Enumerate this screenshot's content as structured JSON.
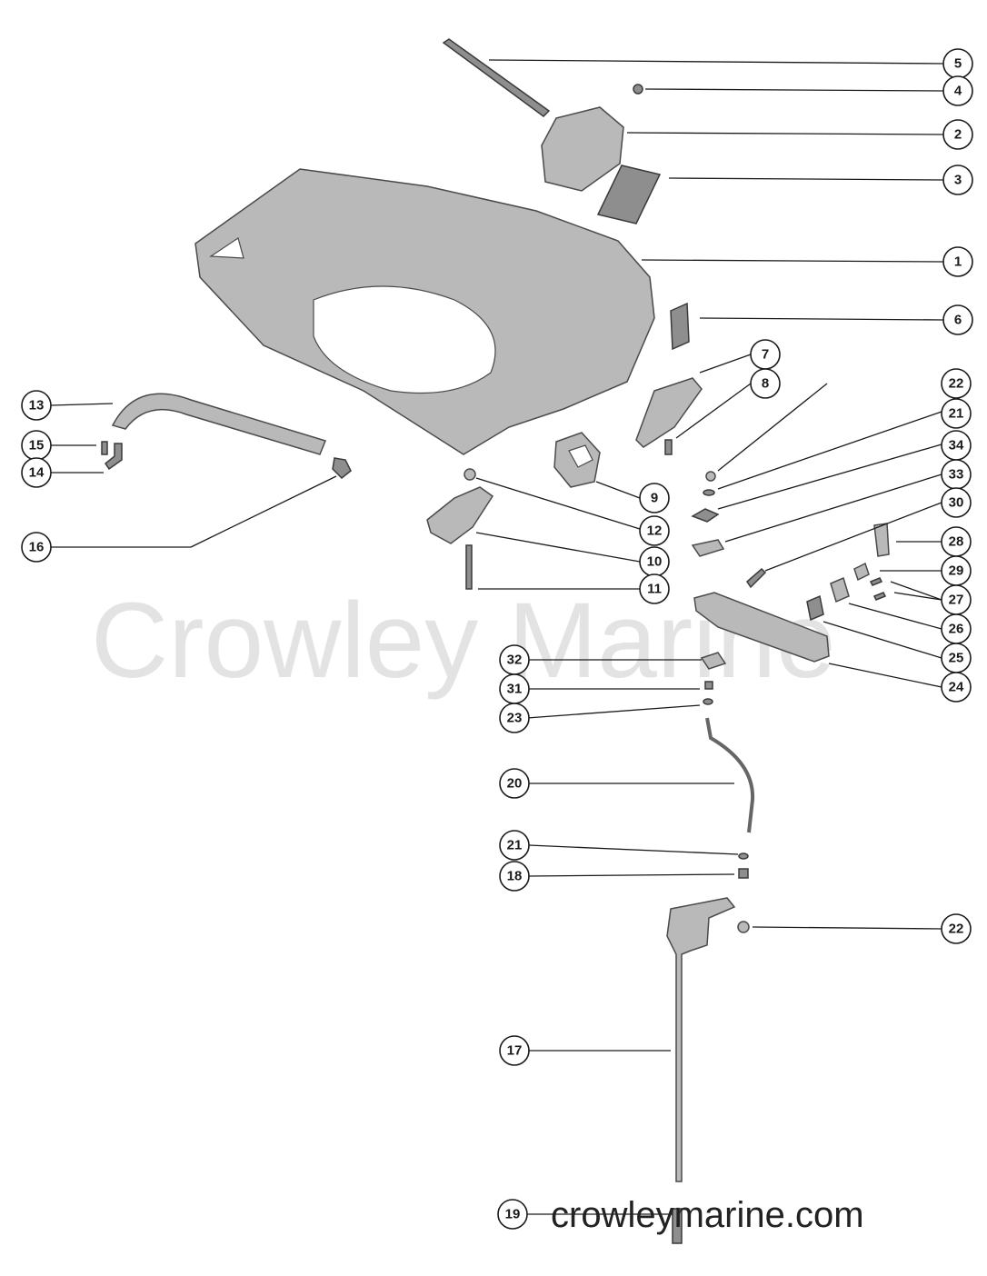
{
  "watermark": "Crowley Marine",
  "site_url": "crowleymarine.com",
  "callouts": [
    {
      "id": "c5",
      "label": "5"
    },
    {
      "id": "c4",
      "label": "4"
    },
    {
      "id": "c2",
      "label": "2"
    },
    {
      "id": "c3",
      "label": "3"
    },
    {
      "id": "c1",
      "label": "1"
    },
    {
      "id": "c6",
      "label": "6"
    },
    {
      "id": "c7",
      "label": "7"
    },
    {
      "id": "c8",
      "label": "8"
    },
    {
      "id": "c22a",
      "label": "22"
    },
    {
      "id": "c21a",
      "label": "21"
    },
    {
      "id": "c34",
      "label": "34"
    },
    {
      "id": "c33",
      "label": "33"
    },
    {
      "id": "c30",
      "label": "30"
    },
    {
      "id": "c28",
      "label": "28"
    },
    {
      "id": "c29",
      "label": "29"
    },
    {
      "id": "c27",
      "label": "27"
    },
    {
      "id": "c26",
      "label": "26"
    },
    {
      "id": "c25",
      "label": "25"
    },
    {
      "id": "c24",
      "label": "24"
    },
    {
      "id": "c13",
      "label": "13"
    },
    {
      "id": "c15",
      "label": "15"
    },
    {
      "id": "c14",
      "label": "14"
    },
    {
      "id": "c16",
      "label": "16"
    },
    {
      "id": "c9",
      "label": "9"
    },
    {
      "id": "c12",
      "label": "12"
    },
    {
      "id": "c10",
      "label": "10"
    },
    {
      "id": "c11",
      "label": "11"
    },
    {
      "id": "c32",
      "label": "32"
    },
    {
      "id": "c31",
      "label": "31"
    },
    {
      "id": "c23",
      "label": "23"
    },
    {
      "id": "c20",
      "label": "20"
    },
    {
      "id": "c21b",
      "label": "21"
    },
    {
      "id": "c18",
      "label": "18"
    },
    {
      "id": "c22b",
      "label": "22"
    },
    {
      "id": "c17",
      "label": "17"
    },
    {
      "id": "c19",
      "label": "19"
    }
  ]
}
